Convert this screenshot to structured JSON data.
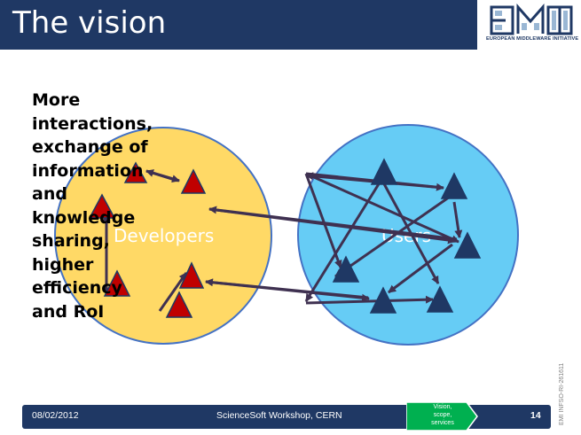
{
  "slide": {
    "title": "The vision",
    "logo": {
      "icon": "emi-logo",
      "text": "EUROPEAN MIDDLEWARE INITIATIVE",
      "colors": {
        "primary": "#1f3864",
        "accent": "#9ab7d4"
      }
    }
  },
  "side_text": [
    "More",
    "interactions,",
    "exchange of",
    "information",
    "and",
    "knowledge",
    "sharing,",
    "higher",
    "efficiency",
    "and RoI"
  ],
  "diagram": {
    "developers_label": "Developers",
    "users_label": "Users",
    "colors": {
      "developers_fill": "#ffd966",
      "developers_stroke": "#4472c4",
      "users_fill": "#66ccf5",
      "users_stroke": "#4472c4",
      "developer_marker": "#c00000",
      "user_marker": "#1f3864",
      "arrow": "#3f3151"
    }
  },
  "footer": {
    "date": "08/02/2012",
    "event": "ScienceSoft Workshop, CERN",
    "section_tag": [
      "Vision,",
      "scope,",
      "services"
    ],
    "page_number": "14",
    "doc_ref": "EMI INFSO-RI-261611"
  }
}
